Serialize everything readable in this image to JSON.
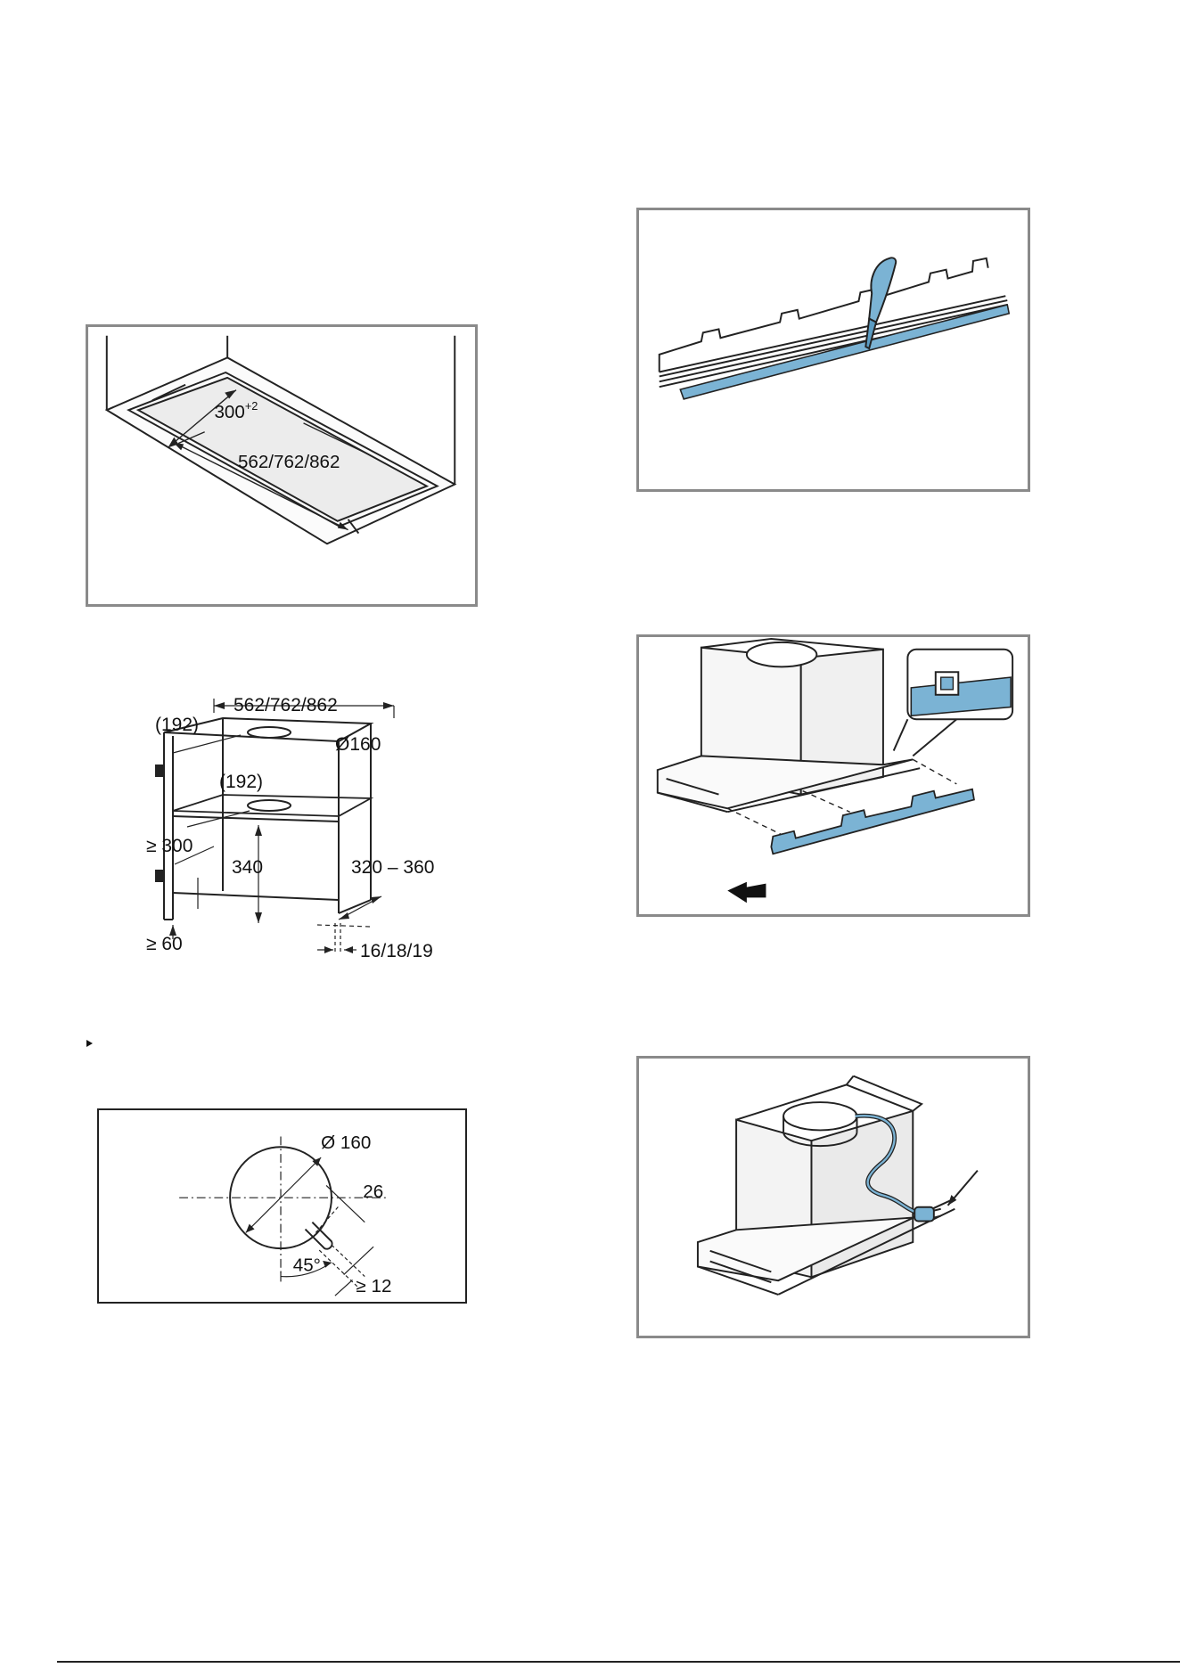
{
  "fig_cutout": {
    "width_label": "300",
    "width_sup": "+2",
    "length_label": "562/762/862"
  },
  "fig_cabinet": {
    "width_label": "562/762/862",
    "offset_top": "(192)",
    "offset_mid": "(192)",
    "hole_diameter": "Ø160",
    "min_height": "≥ 300",
    "shelf_height": "340",
    "depth_range": "320 – 360",
    "min_bottom": "≥ 60",
    "board_thickness": "16/18/19"
  },
  "fig_hole": {
    "diameter": "Ø 160",
    "slot_length": "26",
    "angle": "45°",
    "min_gap": "≥ 12"
  },
  "colors": {
    "accent_blue": "#7bb3d4",
    "panel_border": "#8a8a8a",
    "line": "#222222"
  }
}
